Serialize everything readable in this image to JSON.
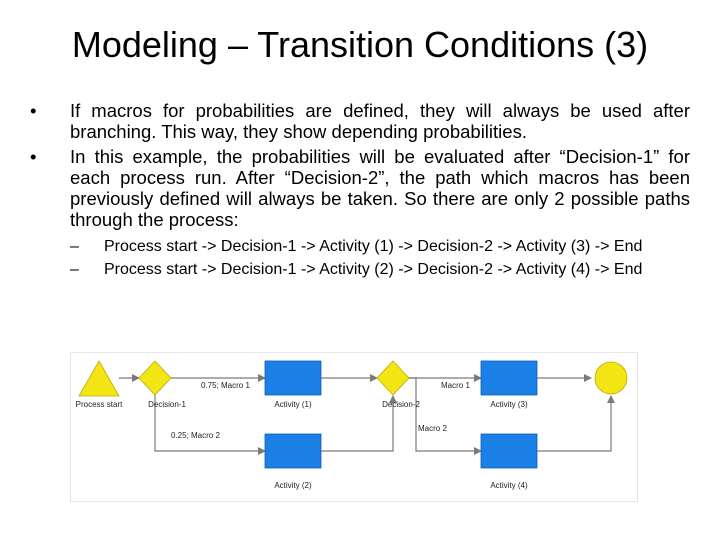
{
  "title": "Modeling – Transition Conditions (3)",
  "bullets": [
    "If macros for probabilities are defined, they will always be used after branching. This way, they show depending probabilities.",
    "In this example, the probabilities will be evaluated after “Decision-1” for each process run. After “Decision-2”, the path which macros has been previously defined will always be taken. So there are only 2 possible paths through the process:"
  ],
  "sub_bullets": [
    "Process start -> Decision-1 -> Activity (1) -> Decision-2 -> Activity (3) -> End",
    "Process start -> Decision-1 -> Activity (2) -> Decision-2 -> Activity (4) -> End"
  ],
  "diagram": {
    "nodes": {
      "process_start": "Process start",
      "decision1": "Decision-1",
      "activity1": "Activity (1)",
      "decision2": "Decision-2",
      "activity3": "Activity (3)",
      "activity2": "Activity (2)",
      "activity4": "Activity (4)"
    },
    "edges": {
      "e1": "0.75; Macro 1",
      "e2": "0.25; Macro 2",
      "e3": "Macro 1",
      "e4": "Macro 2"
    },
    "colors": {
      "start": "#f3e513",
      "decision": "#f3e513",
      "activity": "#1a80e6",
      "end": "#f3e513",
      "line": "#7a7a7a"
    }
  }
}
